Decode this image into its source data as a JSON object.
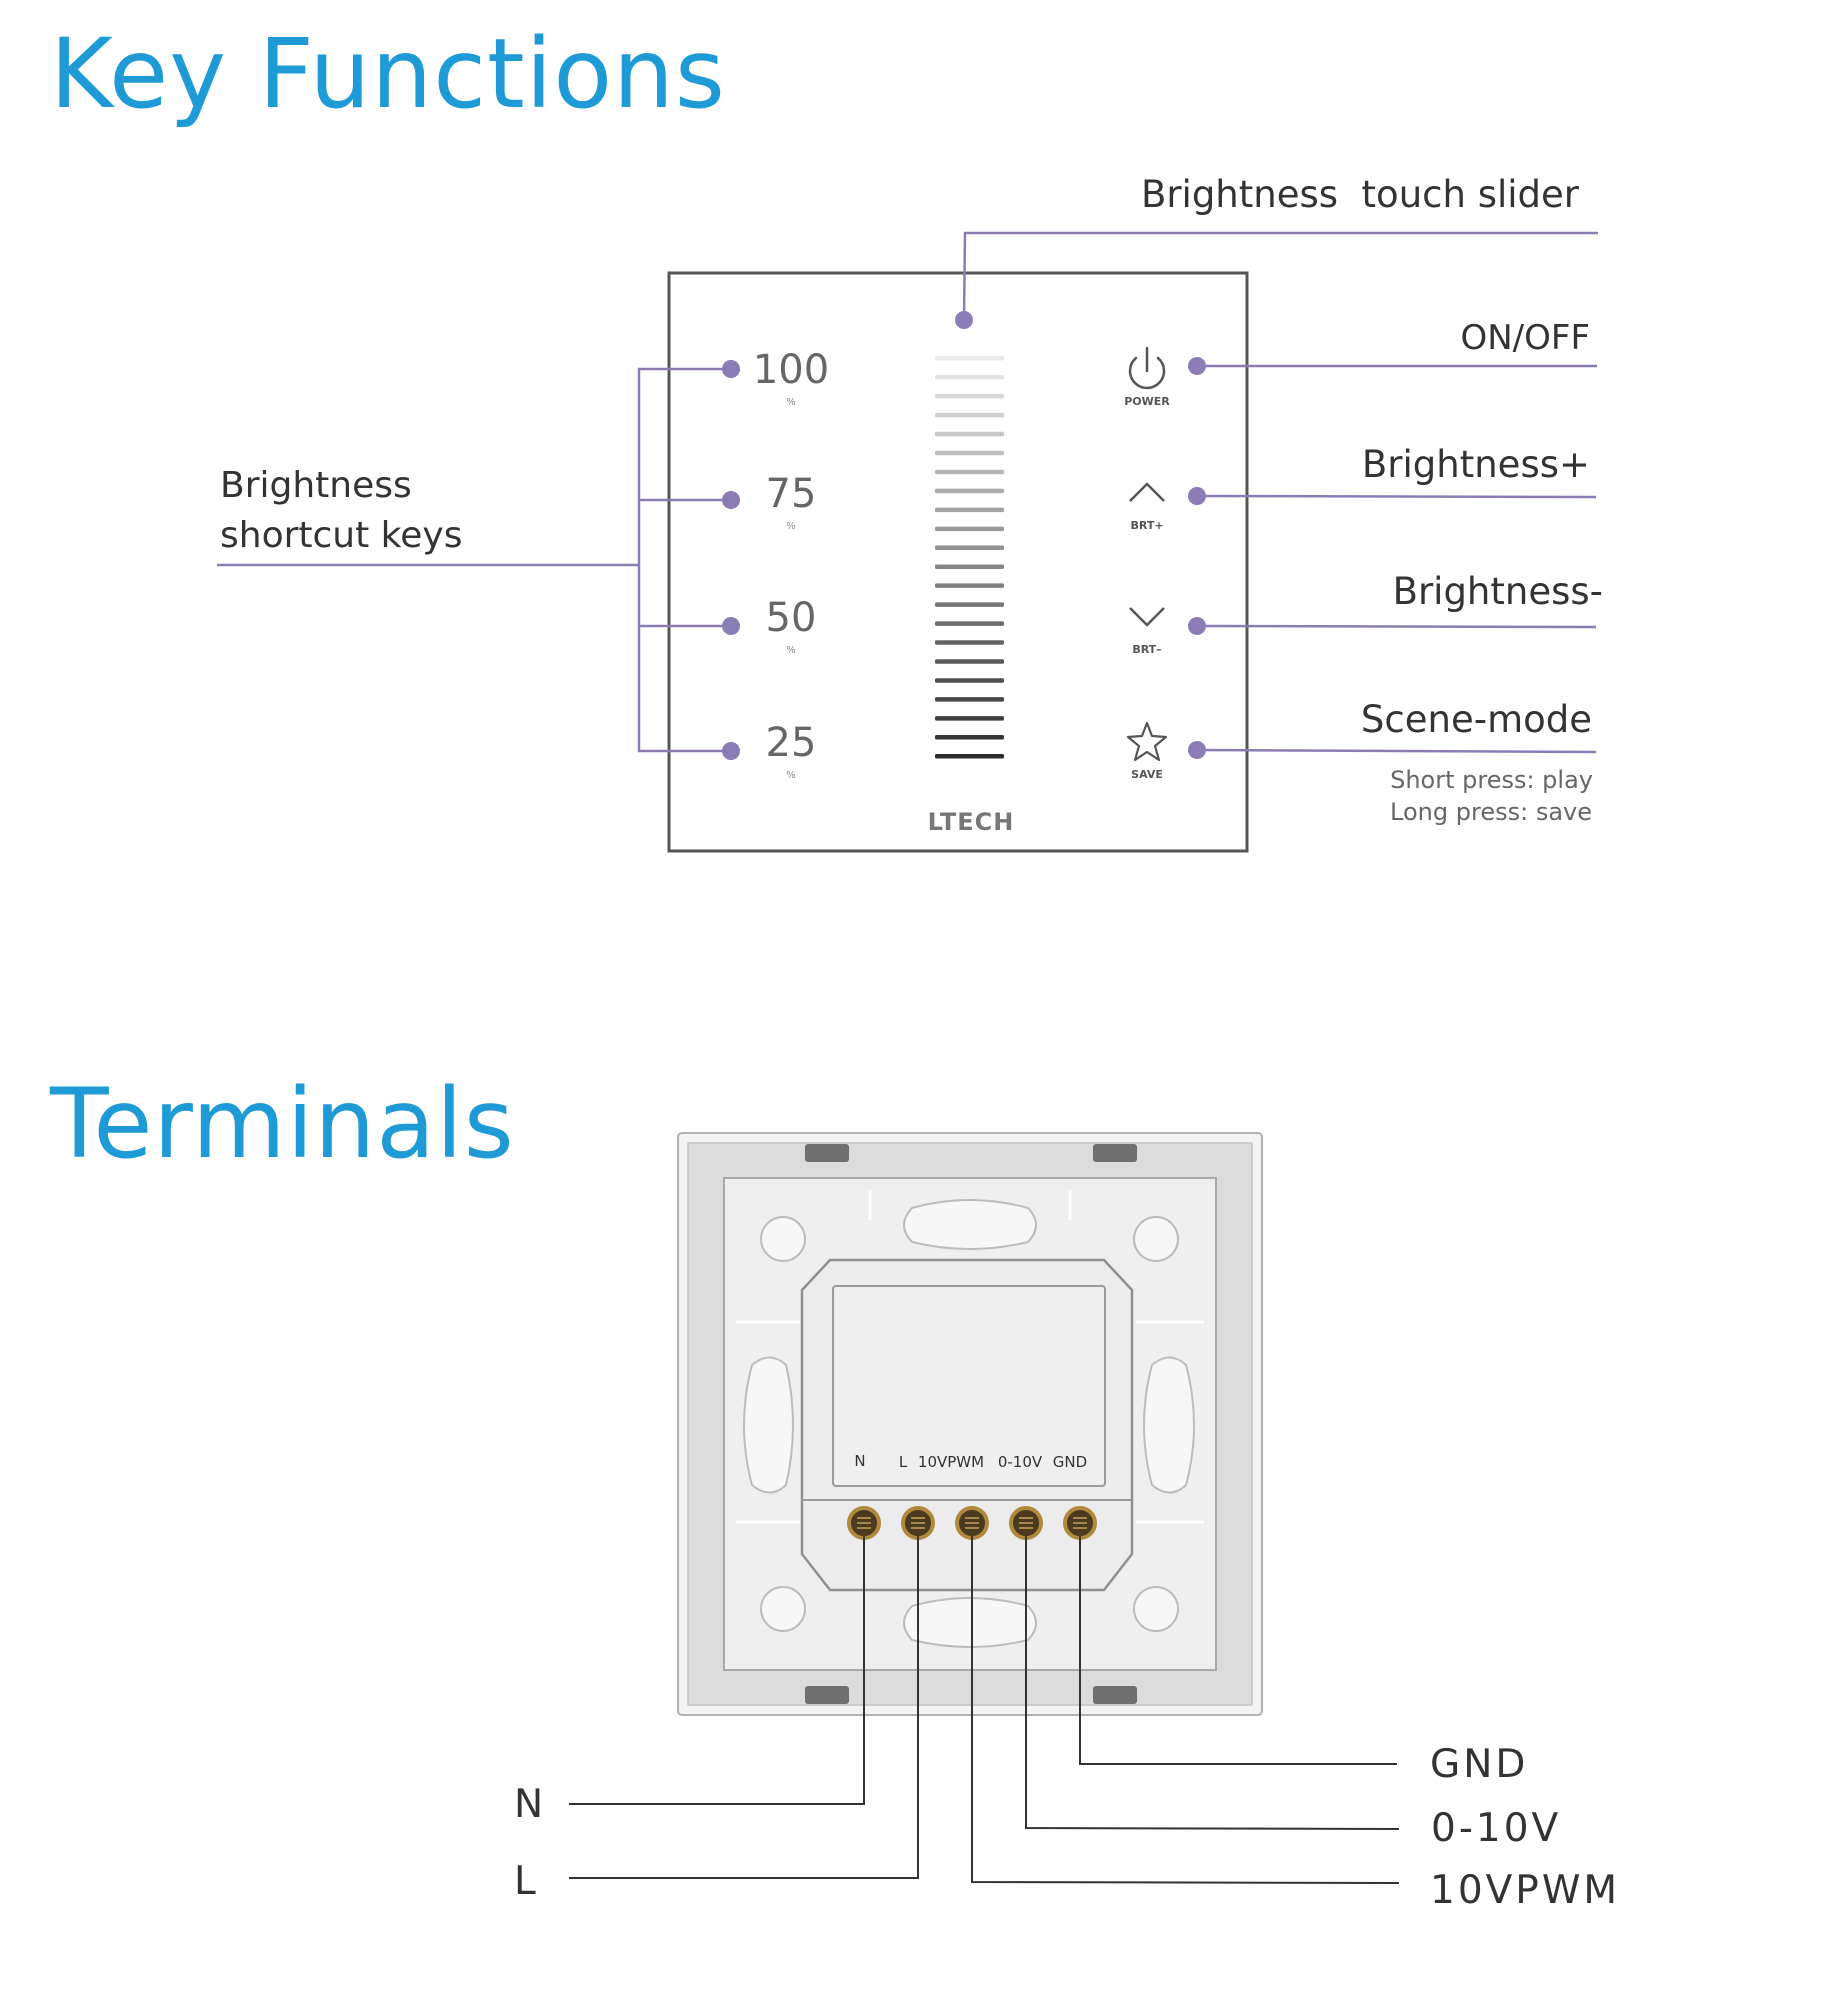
{
  "key_functions": {
    "title": "Key Functions",
    "labels": {
      "touch_slider": "Brightness  touch slider",
      "shortcut_line1": "Brightness",
      "shortcut_line2": "shortcut keys",
      "on_off": "ON/OFF",
      "brightness_plus": "Brightness+",
      "brightness_minus": "Brightness-",
      "scene_mode": "Scene-mode",
      "short_press": "Short press: play",
      "long_press": "Long press: save"
    },
    "panel": {
      "brand": "LTECH",
      "percent_symbol": "%",
      "shortcut_values": [
        "100",
        "75",
        "50",
        "25"
      ],
      "button_labels": [
        "POWER",
        "BRT+",
        "BRT–",
        "SAVE"
      ],
      "icons": [
        "power-icon",
        "chevron-up-icon",
        "chevron-down-icon",
        "star-icon"
      ]
    },
    "colors": {
      "title": "#1e9ad6",
      "leader": "#8b7cb6"
    }
  },
  "terminals": {
    "title": "Terminals",
    "block_labels": [
      "N",
      "L",
      "10VPWM",
      "0-10V",
      "GND"
    ],
    "wire_labels": {
      "n": "N",
      "l": "L",
      "gnd": "GND",
      "v010": "0-10V",
      "pwm": "10VPWM"
    }
  }
}
